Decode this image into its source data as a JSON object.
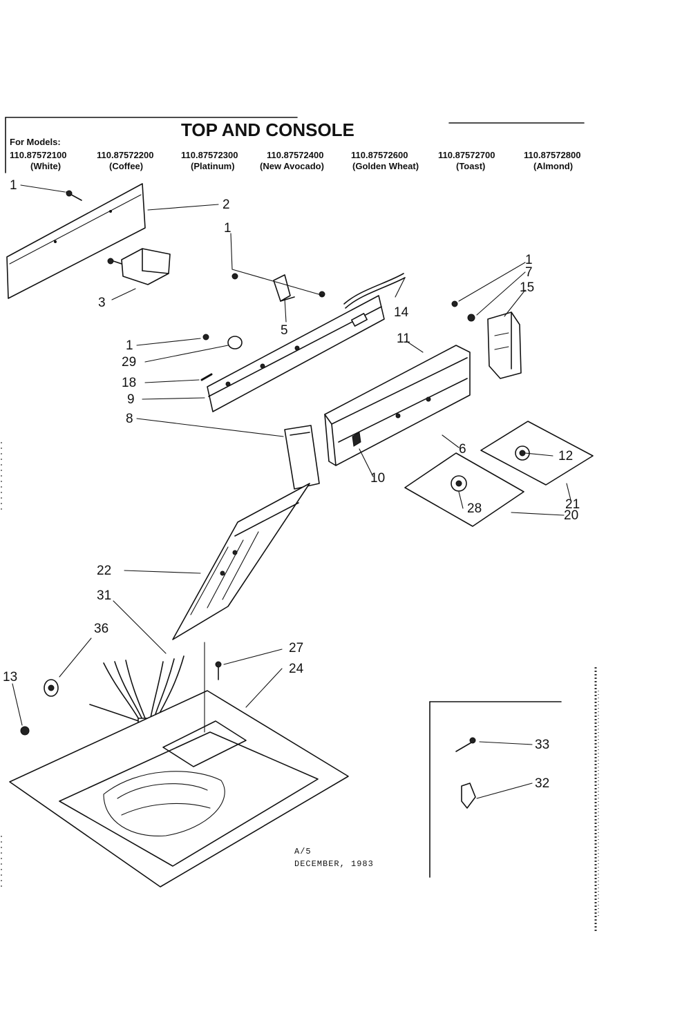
{
  "title": "TOP AND CONSOLE",
  "models_label": "For Models:",
  "models": [
    {
      "number": "110.87572100",
      "color": "(White)"
    },
    {
      "number": "110.87572200",
      "color": "(Coffee)"
    },
    {
      "number": "110.87572300",
      "color": "(Platinum)"
    },
    {
      "number": "110.87572400",
      "color": "(New Avocado)"
    },
    {
      "number": "110.87572600",
      "color": "(Golden Wheat)"
    },
    {
      "number": "110.87572700",
      "color": "(Toast)"
    },
    {
      "number": "110.87572800",
      "color": "(Almond)"
    }
  ],
  "callouts": [
    "1",
    "2",
    "1",
    "3",
    "5",
    "14",
    "1",
    "7",
    "15",
    "1",
    "29",
    "18",
    "9",
    "11",
    "8",
    "6",
    "12",
    "10",
    "21",
    "28",
    "20",
    "22",
    "31",
    "36",
    "27",
    "24",
    "13",
    "33",
    "32"
  ],
  "stamp": {
    "line1": "A/5",
    "line2": "DECEMBER, 1983"
  }
}
